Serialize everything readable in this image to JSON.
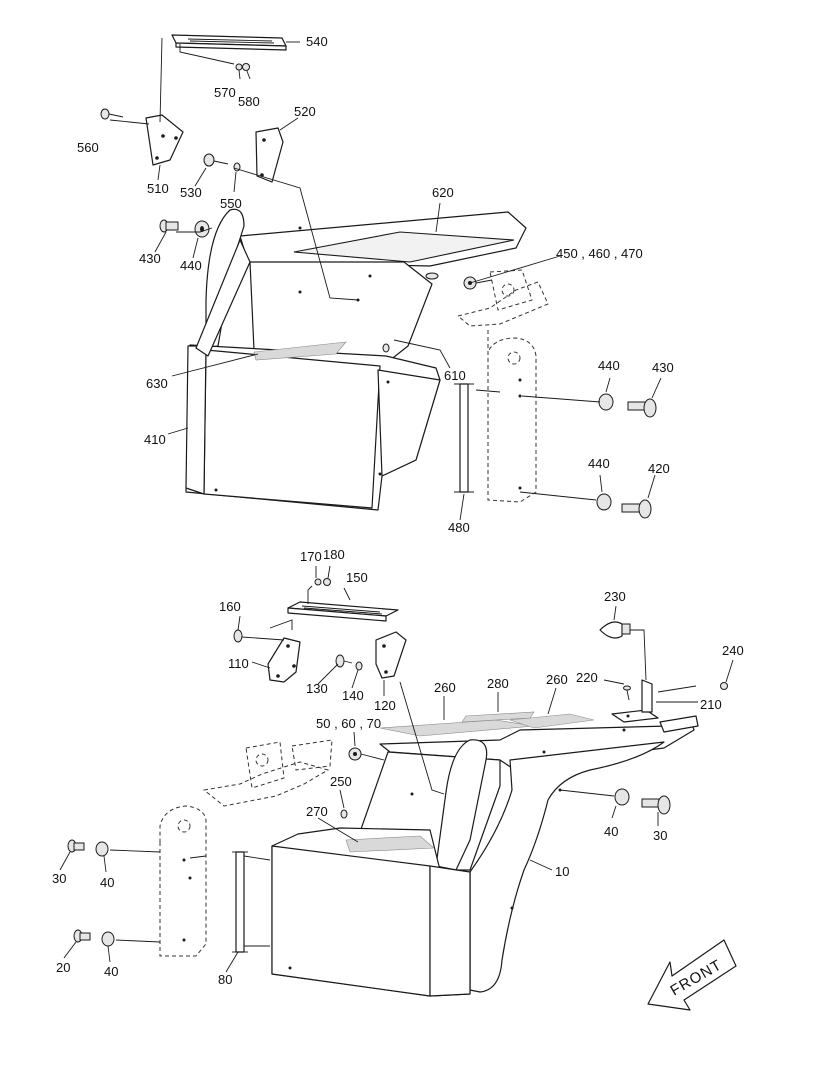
{
  "callouts": {
    "c540": "540",
    "c570": "570",
    "c580": "580",
    "c520": "520",
    "c560": "560",
    "c510": "510",
    "c530": "530",
    "c550": "550",
    "c620": "620",
    "c430a": "430",
    "c440a": "440",
    "c450": "450 , 460 , 470",
    "c440b": "440",
    "c430b": "430",
    "c630": "630",
    "c610": "610",
    "c410": "410",
    "c440c": "440",
    "c420": "420",
    "c480": "480",
    "c170": "170",
    "c180": "180",
    "c150": "150",
    "c160": "160",
    "c110": "110",
    "c230": "230",
    "c240": "240",
    "c130": "130",
    "c140": "140",
    "c120": "120",
    "c220": "220",
    "c260a": "260",
    "c280": "280",
    "c260b": "260",
    "c210": "210",
    "c506070": "50 , 60 , 70",
    "c250": "250",
    "c270": "270",
    "c40a": "40",
    "c30a": "30",
    "c10": "10",
    "c30b": "30",
    "c40b": "40",
    "c20": "20",
    "c40c": "40",
    "c80": "80"
  },
  "front_arrow_label": "FRONT"
}
